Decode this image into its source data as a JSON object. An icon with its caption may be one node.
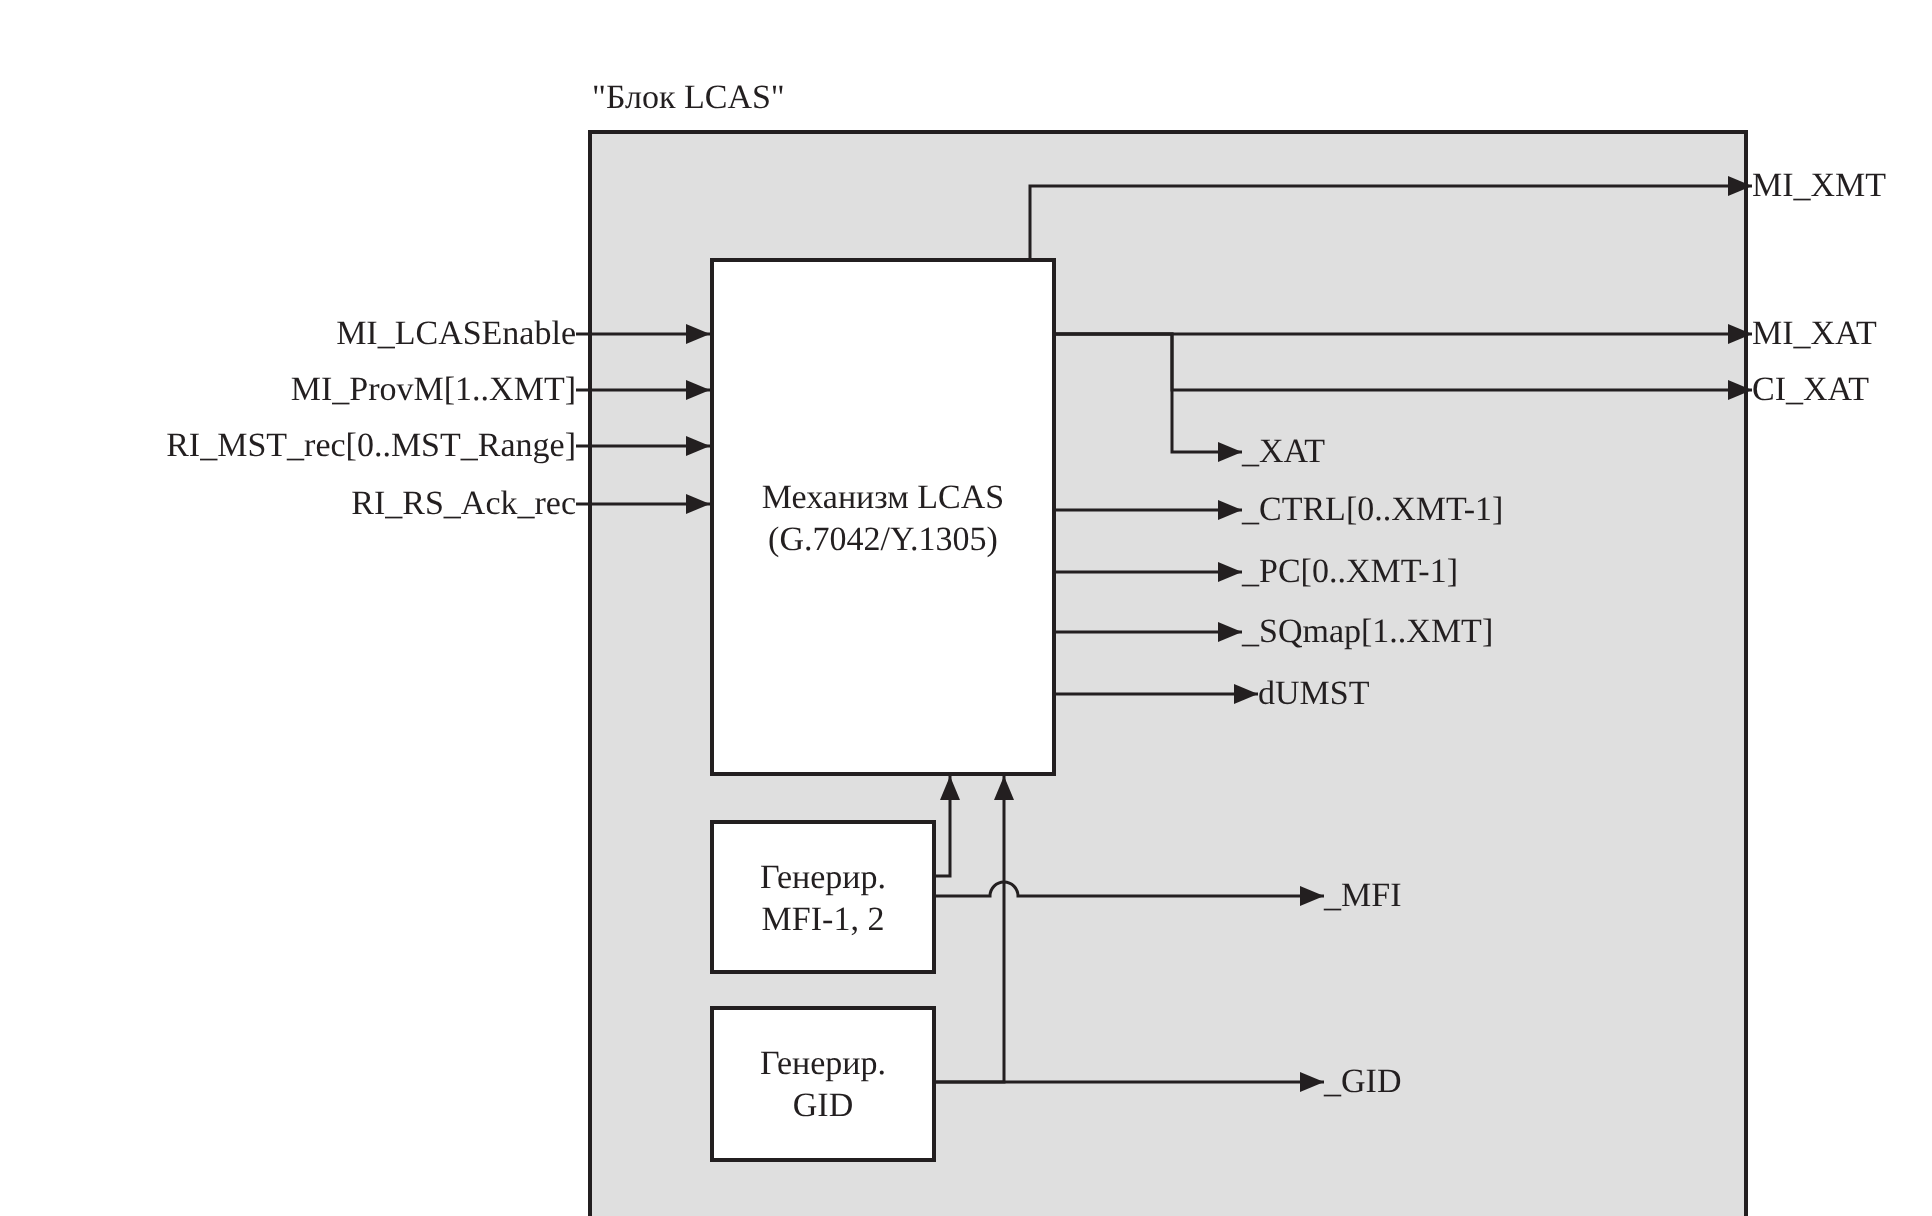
{
  "diagram": {
    "nodes": [
      {
        "text": [
          "\"Блок LCAS\""
        ]
      },
      {
        "text": [
          "Механизм LCAS (G.7042/Y.1305)"
        ],
        "in": 0
      },
      {
        "text": [
          "Генерир. MFI-1, 2"
        ],
        "in": 0
      },
      {
        "text": [
          "Генерир. GID"
        ],
        "in": 0
      },
      {
        "text": [
          "MI_LCASEnable"
        ]
      },
      {
        "text": [
          "MI_ProvM[1..XMT]"
        ]
      },
      {
        "text": [
          "RI_MST_rec[0..MST_Range]"
        ]
      },
      {
        "text": [
          "RI_RS_Ack_rec"
        ]
      },
      {
        "text": [
          "MI_XMT"
        ]
      },
      {
        "text": [
          "MI_XAT"
        ]
      },
      {
        "text": [
          "CI_XAT"
        ]
      },
      {
        "text": [
          "_XAT"
        ],
        "in": 0
      },
      {
        "text": [
          "_CTRL[0..XMT-1]"
        ],
        "in": 0
      },
      {
        "text": [
          "_PC[0..XMT-1]"
        ],
        "in": 0
      },
      {
        "text": [
          "_SQmap[1..XMT]"
        ],
        "in": 0
      },
      {
        "text": [
          "dUMST"
        ],
        "in": 0
      },
      {
        "text": [
          "_MFI"
        ],
        "in": 0
      },
      {
        "text": [
          "_GID"
        ],
        "in": 0
      }
    ],
    "edges": [
      {
        "from": 4,
        "to": 1,
        "arrow": "to"
      },
      {
        "from": 5,
        "to": 1,
        "arrow": "to"
      },
      {
        "from": 6,
        "to": 1,
        "arrow": "to"
      },
      {
        "from": 7,
        "to": 1,
        "arrow": "to"
      },
      {
        "from": 1,
        "to": 8,
        "arrow": "to"
      },
      {
        "from": 1,
        "to": 9,
        "arrow": "to"
      },
      {
        "from": 1,
        "to": 10,
        "arrow": "to"
      },
      {
        "from": 1,
        "to": 11,
        "arrow": "to"
      },
      {
        "from": 1,
        "to": 12,
        "arrow": "to"
      },
      {
        "from": 1,
        "to": 13,
        "arrow": "to"
      },
      {
        "from": 1,
        "to": 14,
        "arrow": "to"
      },
      {
        "from": 1,
        "to": 15,
        "arrow": "to"
      },
      {
        "from": 2,
        "to": 1,
        "arrow": "to"
      },
      {
        "from": 2,
        "to": 16,
        "arrow": "to"
      },
      {
        "from": 3,
        "to": 1,
        "arrow": "to"
      },
      {
        "from": 3,
        "to": 17,
        "arrow": "to"
      }
    ]
  }
}
